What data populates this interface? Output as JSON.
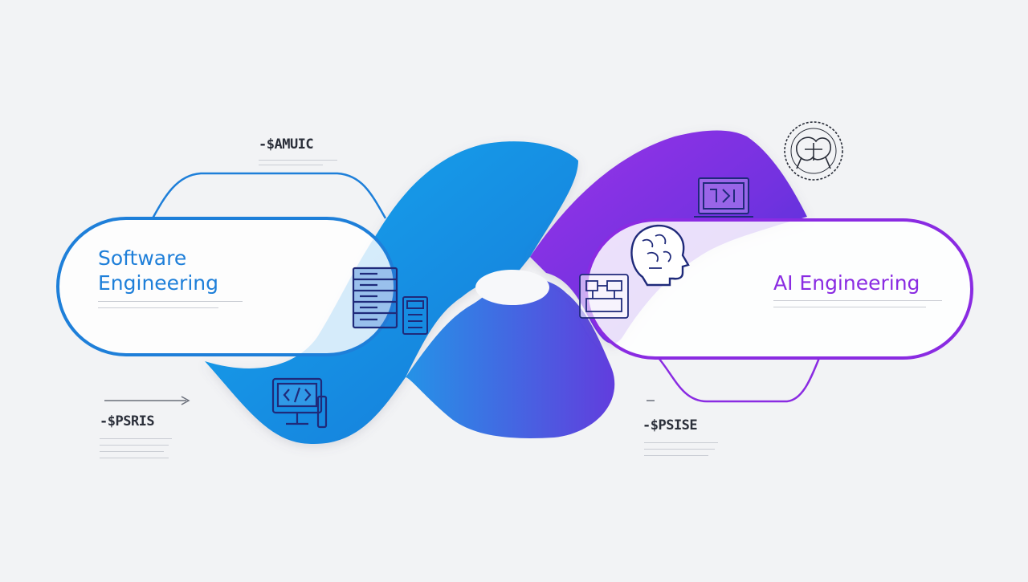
{
  "left_panel": {
    "title_line1": "Software",
    "title_line2": "Engineering"
  },
  "right_panel": {
    "title": "AI Engineering"
  },
  "callouts": {
    "top_left": "-$AMUIC",
    "bottom_left": "-$PSRIS",
    "bottom_right": "-$PSISE"
  },
  "colors": {
    "software": "#1e7fd9",
    "ai": "#8a2be2",
    "blue_band": "#1a9ae6",
    "purple_band": "#7b2fe0",
    "icon_navy": "#1f2a7a",
    "background": "#f2f3f5"
  },
  "icons": [
    "server-rack-icon",
    "calculator-icon",
    "code-monitor-icon",
    "ai-head-icon",
    "circuit-board-icon",
    "ai-laptop-icon",
    "brain-circuit-icon"
  ]
}
